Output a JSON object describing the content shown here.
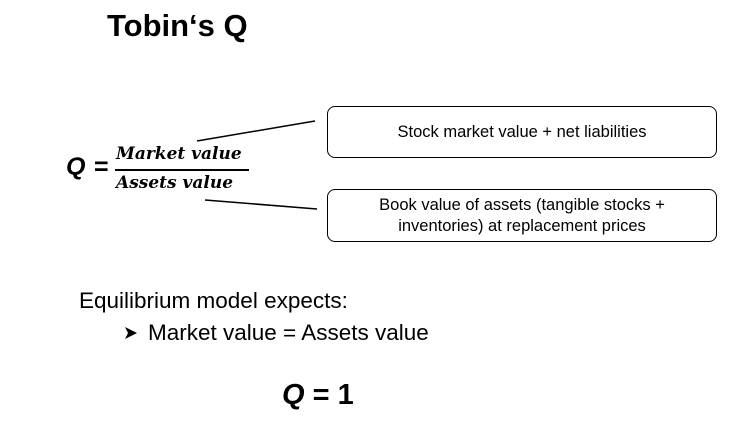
{
  "title": "Tobin‘s Q",
  "formula": {
    "symbol": "Q",
    "equals": "=",
    "numerator": "Market value",
    "denominator": "Assets value"
  },
  "callouts": {
    "numerator_note": "Stock market value + net liabilities",
    "denominator_note_line1": "Book value of assets (tangible stocks +",
    "denominator_note_line2": "inventories) at replacement prices"
  },
  "equilibrium": {
    "heading": "Equilibrium model expects:",
    "bullet": "Market value =  Assets value",
    "bullet_icon": "arrowhead-bullet-icon"
  },
  "result": {
    "symbol": "Q",
    "rest": " = 1"
  }
}
